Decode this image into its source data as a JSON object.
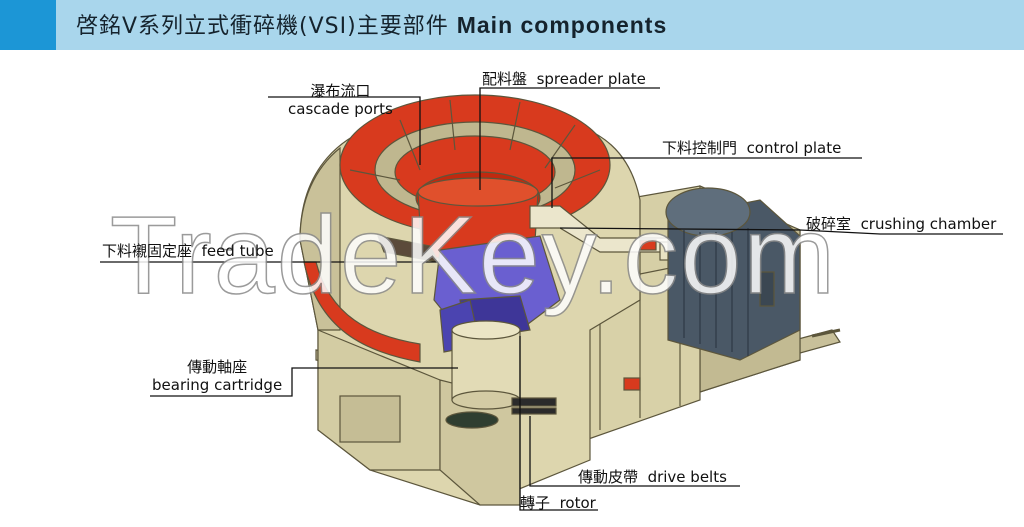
{
  "header": {
    "title_cn": "啓銘V系列立式衝碎機(VSI)主要部件",
    "title_en": "Main components",
    "accent_color": "#1c96d6",
    "band_color": "#a9d6ec"
  },
  "watermark": "TradeKey.com",
  "components": [
    {
      "id": "cascade-ports",
      "cn": "瀑布流口",
      "en": "cascade ports"
    },
    {
      "id": "spreader-plate",
      "cn": "配料盤",
      "en": "spreader plate"
    },
    {
      "id": "control-plate",
      "cn": "下料控制門",
      "en": "control plate"
    },
    {
      "id": "crushing-chamber",
      "cn": "破碎室",
      "en": "crushing chamber"
    },
    {
      "id": "feed-tube",
      "cn": "下料襯固定座",
      "en": "feed tube"
    },
    {
      "id": "bearing-cartridge",
      "cn": "傳動軸座",
      "en": "bearing cartridge"
    },
    {
      "id": "drive-belts",
      "cn": "傳動皮帶",
      "en": "drive belts"
    },
    {
      "id": "rotor",
      "cn": "轉子",
      "en": "rotor"
    }
  ],
  "colors": {
    "body": "#ddd6ae",
    "body_shade": "#b8b08a",
    "ring": "#d83a1e",
    "ring_dark": "#a8260f",
    "rotor": "#6a5fd0",
    "motor": "#4a5866"
  }
}
